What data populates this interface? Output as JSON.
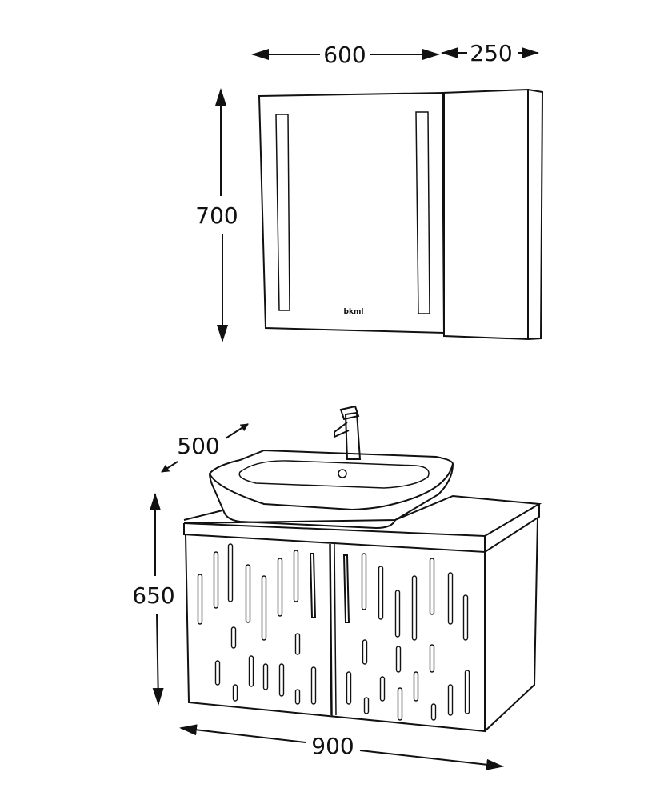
{
  "dimensions": {
    "mirror_width": "600",
    "side_cabinet_width": "250",
    "mirror_height": "700",
    "vanity_depth": "500",
    "vanity_height": "650",
    "vanity_width": "900"
  },
  "mirror_logo": "bkml",
  "colors": {
    "line": "#111111",
    "background": "#ffffff"
  }
}
